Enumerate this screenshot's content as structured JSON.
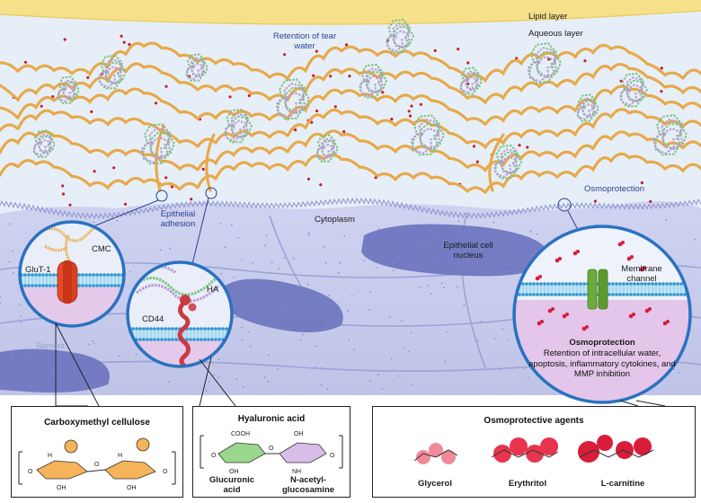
{
  "layers": {
    "lipid": "Lipid layer",
    "aqueous": "Aqueous layer",
    "retention": "Retention of tear water",
    "cytoplasm": "Cytoplasm",
    "nucleus": "Epithelial cell nucleus",
    "epithelial_adhesion": "Epithelial adhesion",
    "osmoprotection_top": "Osmoprotection",
    "watermark": "Romera"
  },
  "insets": {
    "cmc": {
      "glut": "GluT-1",
      "cmc": "CMC"
    },
    "ha": {
      "ha": "HA",
      "cd44": "CD44"
    },
    "osmo": {
      "channel": "Membrane channel",
      "title": "Osmoprotection",
      "desc": "Retention of intracellular water, apoptosis, inflammatory cytokines, and MMP inhibition"
    }
  },
  "panels": {
    "cmc": {
      "title": "Carboxymethyl cellulose"
    },
    "ha": {
      "title": "Hyaluronic acid",
      "unit1": "Glucuronic acid",
      "unit2": "N-acetyl-glucosamine"
    },
    "osmo": {
      "title": "Osmoprotective agents",
      "glycerol": "Glycerol",
      "erythritol": "Erythritol",
      "carnitine": "L-carnitine"
    }
  },
  "colors": {
    "tear": "#e4eef7",
    "lipid": "#f7e28a",
    "cell": "#c9cdec",
    "nucleus": "#6f76bf",
    "cmc_chain": "#e7a94a",
    "ha_green": "#7cc47f",
    "ha_purple": "#b79ad3",
    "membrane": "#4ea9d8",
    "glut": "#e14a2a",
    "cd44": "#c83b45",
    "channel": "#6cab3a",
    "osmolyte": "#d81d3a"
  }
}
